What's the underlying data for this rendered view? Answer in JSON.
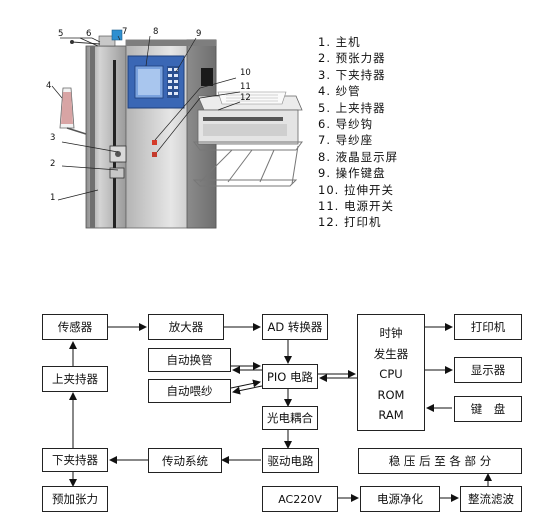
{
  "legend": [
    "1. 主机",
    "2. 预张力器",
    "3. 下夹持器",
    "4. 纱管",
    "5. 上夹持器",
    "6. 导纱钩",
    "7. 导纱座",
    "8. 液晶显示屏",
    "9. 操作键盘",
    "10. 拉伸开关",
    "11. 电源开关",
    "12. 打印机"
  ],
  "callouts": [
    "1",
    "2",
    "3",
    "4",
    "5",
    "6",
    "7",
    "8",
    "9",
    "10",
    "11",
    "12"
  ],
  "blocks": {
    "sensor": "传感器",
    "amplifier": "放大器",
    "ad": "AD 转换器",
    "auto_change": "自动换管",
    "auto_feed": "自动喂纱",
    "pio": "PIO 电路",
    "opto": "光电耦合",
    "drive": "驱动电路",
    "transmission": "传动系统",
    "upper_clamp": "上夹持器",
    "lower_clamp": "下夹持器",
    "pretension": "预加张力",
    "ac": "AC220V",
    "filter": "电源净化",
    "rectifier": "整流滤波",
    "regulated": "稳 压 后 至 各 部 分",
    "printer": "打印机",
    "display": "显示器",
    "keyboard": "键　盘",
    "control": [
      "时钟",
      "发生器",
      "CPU",
      "ROM",
      "RAM"
    ]
  },
  "colors": {
    "panel_blue": "#3a67b5",
    "lcd": "#5f88c8",
    "frame": "#8a8a8a"
  }
}
